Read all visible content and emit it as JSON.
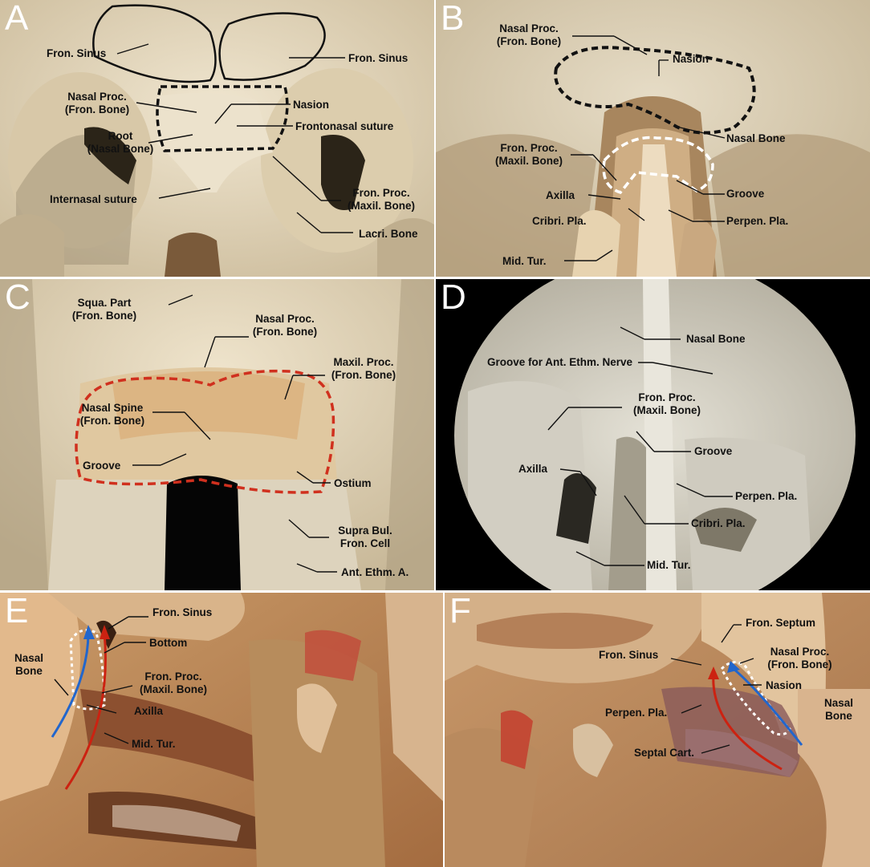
{
  "panels": {
    "A": {
      "letter": "A",
      "labels": {
        "fron_sinus_left": "Fron. Sinus",
        "fron_sinus_right": "Fron. Sinus",
        "nasal_proc_1": "Nasal Proc.",
        "nasal_proc_2": "(Fron. Bone)",
        "nasion": "Nasion",
        "frontonasal_suture": "Frontonasal suture",
        "root_1": "Root",
        "root_2": "(Nasal Bone)",
        "internasal_suture": "Internasal suture",
        "fron_proc_1": "Fron. Proc.",
        "fron_proc_2": "(Maxil. Bone)",
        "lacri_bone": "Lacri. Bone"
      }
    },
    "B": {
      "letter": "B",
      "labels": {
        "nasal_proc_1": "Nasal Proc.",
        "nasal_proc_2": "(Fron. Bone)",
        "nasion": "Nasion",
        "nasal_bone": "Nasal Bone",
        "fron_proc_1": "Fron. Proc.",
        "fron_proc_2": "(Maxil. Bone)",
        "axilla": "Axilla",
        "groove": "Groove",
        "cribri_pla": "Cribri. Pla.",
        "perpen_pla": "Perpen. Pla.",
        "mid_tur": "Mid. Tur."
      }
    },
    "C": {
      "letter": "C",
      "labels": {
        "squa_part_1": "Squa. Part",
        "squa_part_2": "(Fron. Bone)",
        "nasal_proc_1": "Nasal Proc.",
        "nasal_proc_2": "(Fron. Bone)",
        "maxil_proc_1": "Maxil. Proc.",
        "maxil_proc_2": "(Fron. Bone)",
        "nasal_spine_1": "Nasal Spine",
        "nasal_spine_2": "(Fron. Bone)",
        "groove": "Groove",
        "ostium": "Ostium",
        "supra_bul_1": "Supra Bul.",
        "supra_bul_2": "Fron. Cell",
        "ant_ethm": "Ant. Ethm. A."
      }
    },
    "D": {
      "letter": "D",
      "labels": {
        "nasal_bone": "Nasal Bone",
        "groove_ant_ethm": "Groove for Ant. Ethm. Nerve",
        "fron_proc_1": "Fron. Proc.",
        "fron_proc_2": "(Maxil. Bone)",
        "groove": "Groove",
        "axilla": "Axilla",
        "perpen_pla": "Perpen. Pla.",
        "cribri_pla": "Cribri. Pla.",
        "mid_tur": "Mid. Tur."
      }
    },
    "E": {
      "letter": "E",
      "labels": {
        "fron_sinus": "Fron. Sinus",
        "bottom": "Bottom",
        "nasal_bone_1": "Nasal",
        "nasal_bone_2": "Bone",
        "fron_proc_1": "Fron. Proc.",
        "fron_proc_2": "(Maxil. Bone)",
        "axilla": "Axilla",
        "mid_tur": "Mid. Tur."
      }
    },
    "F": {
      "letter": "F",
      "labels": {
        "fron_septum": "Fron. Septum",
        "fron_sinus": "Fron. Sinus",
        "nasal_proc_1": "Nasal Proc.",
        "nasal_proc_2": "(Fron. Bone)",
        "nasion": "Nasion",
        "nasal_bone_1": "Nasal",
        "nasal_bone_2": "Bone",
        "perpen_pla": "Perpen. Pla.",
        "septal_cart": "Septal Cart."
      }
    }
  },
  "colors": {
    "bone": "#e8dcc4",
    "bone_shadow": "#c9b898",
    "tissue": "#c08a5a",
    "dashed_black": "#111111",
    "dashed_red": "#d0301e",
    "dashed_white": "#ffffff",
    "arrow_blue": "#2266cc",
    "arrow_red": "#cc2211"
  }
}
